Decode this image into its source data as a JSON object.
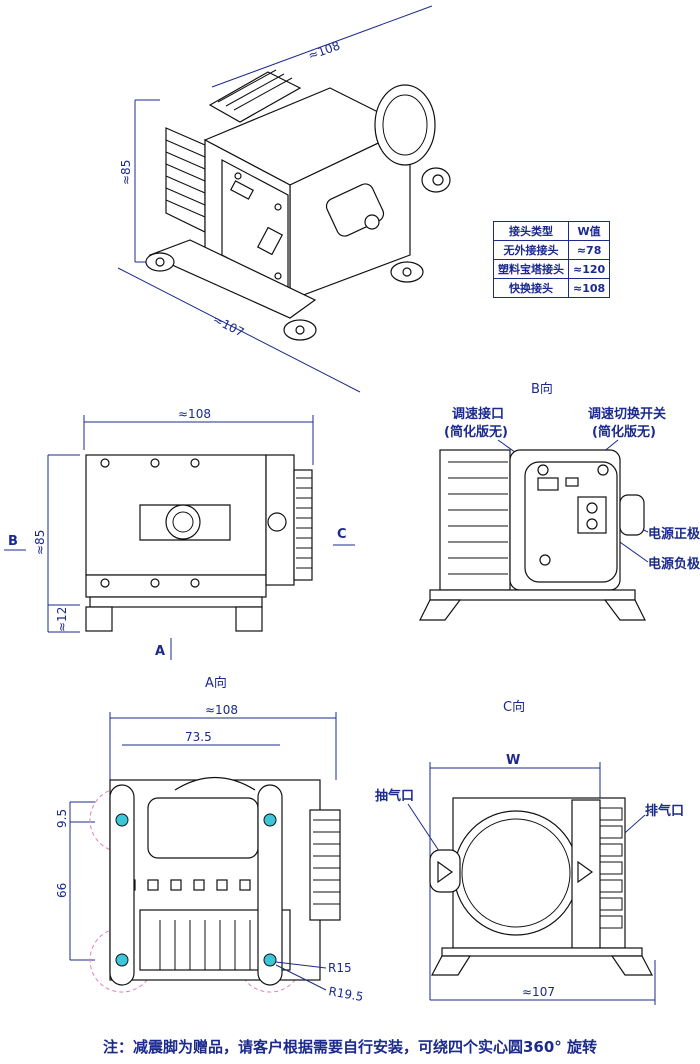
{
  "iso": {
    "dim_width": "≈108",
    "dim_height": "≈85",
    "dim_depth": "≈107"
  },
  "table": {
    "header": [
      "接头类型",
      "W值"
    ],
    "rows": [
      [
        "无外接接头",
        "≈78"
      ],
      [
        "塑料宝塔接头",
        "≈120"
      ],
      [
        "快换接头",
        "≈108"
      ]
    ]
  },
  "front": {
    "dim_width": "≈108",
    "dim_height": "≈85",
    "dim_foot": "≈12",
    "label_b": "B",
    "label_c": "C",
    "label_a": "A"
  },
  "bview": {
    "title": "B向",
    "speed_port": "调速接口",
    "speed_port_note": "(简化版无)",
    "speed_switch": "调速切换开关",
    "speed_switch_note": "(简化版无)",
    "power_pos": "电源正极",
    "power_neg": "电源负极"
  },
  "aview": {
    "title": "A向",
    "dim_width": "≈108",
    "dim_inner": "73.5",
    "dim_left_top": "9.5",
    "dim_left_mid": "66",
    "r1": "R15",
    "r2": "R19.5"
  },
  "cview": {
    "title": "C向",
    "dim_w": "W",
    "dim_bottom": "≈107",
    "inlet": "抽气口",
    "outlet": "排气口"
  },
  "footer_note": "注：减震脚为赠品，请客户根据需要自行安装，可绕四个实心圆360° 旋转"
}
